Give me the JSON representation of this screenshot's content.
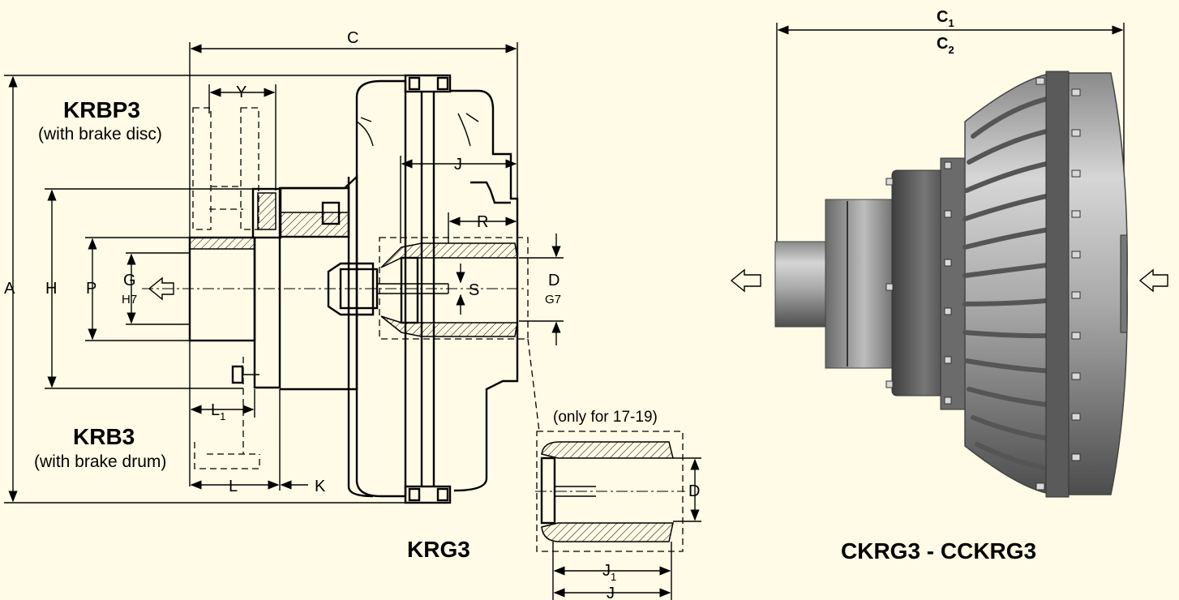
{
  "labels": {
    "krbp_title": "KRBP3",
    "krbp_sub": "(with brake disc)",
    "krb_title": "KRB3",
    "krb_sub": "(with brake drum)",
    "krg_title": "KRG3",
    "ckrg_title": "CKRG3 - CCKRG3",
    "only_note": "(only for 17-19)"
  },
  "dimensions": {
    "A": "A",
    "H": "H",
    "P": "P",
    "G": "G",
    "H7": "H7",
    "C": "C",
    "Y": "Y",
    "J": "J",
    "R": "R",
    "S": "S",
    "D": "D",
    "G7": "G7",
    "L1": "L",
    "L1_sub": "1",
    "L": "L",
    "K": "K",
    "D2": "D",
    "J1": "J",
    "J1_sub": "1",
    "J2": "J",
    "C1": "C",
    "C1_sub": "1",
    "C2": "C",
    "C2_sub": "2"
  },
  "colors": {
    "background": "#fffbe6",
    "line": "#000000",
    "metal_light": "#c9c9c9",
    "metal_dark": "#5e5e5e"
  }
}
